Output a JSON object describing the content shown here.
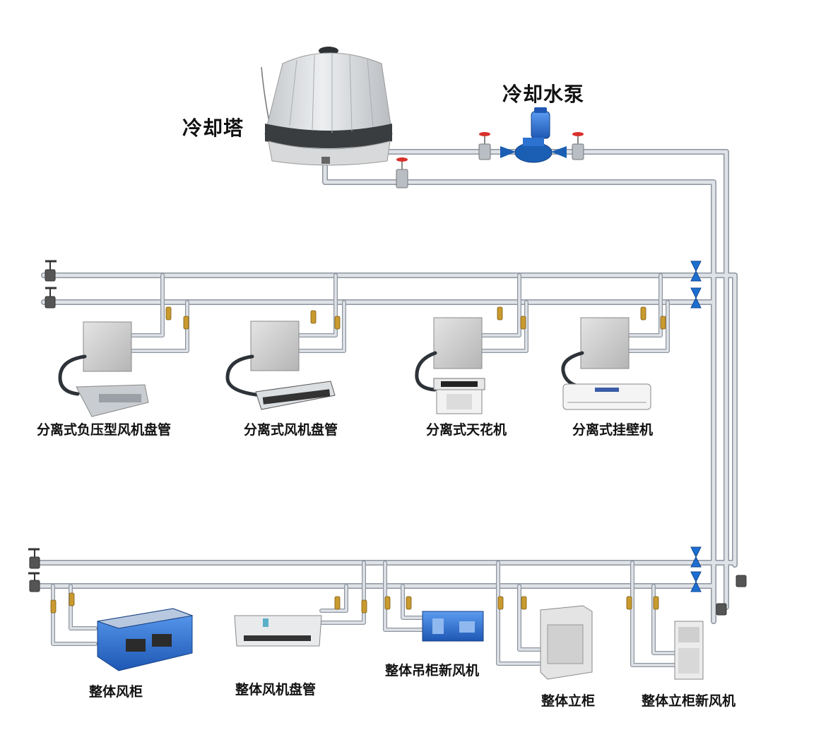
{
  "labels": {
    "cooling_tower": "冷却塔",
    "cooling_pump": "冷却水泵",
    "split_negative_pressure_fcu": "分离式负压型风机盘管",
    "split_fcu": "分离式风机盘管",
    "split_cassette": "分离式天花机",
    "split_wall_mount": "分离式挂壁机",
    "packaged_ahu": "整体风柜",
    "packaged_fcu": "整体风机盘管",
    "packaged_ceiling_fresh_air": "整体吊柜新风机",
    "packaged_floor_cabinet": "整体立柜",
    "packaged_floor_fresh_air": "整体立柜新风机"
  },
  "colors": {
    "pipe": "#c9ced6",
    "pipe_edge": "#8e959f",
    "valve_handle": "#d8312c",
    "valve_blue": "#1c6fd1",
    "pump_blue": "#1a5fb4",
    "tower_body": "#e6e8ea",
    "tower_band": "#3a3d40",
    "unit_box": "#d9d9d9",
    "ahu_blue": "#2e6fd0",
    "brass": "#c99a2e"
  }
}
